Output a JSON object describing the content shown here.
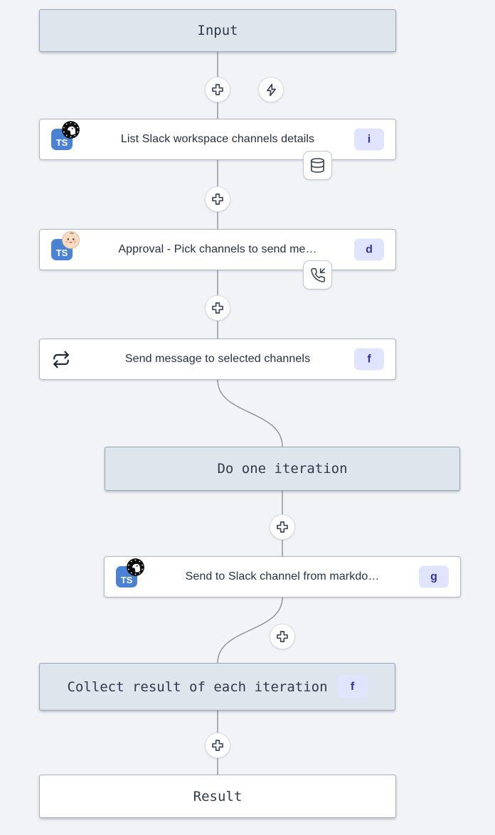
{
  "app": {
    "name": "flow-builder-graph"
  },
  "colors": {
    "background": "#f1f3f6",
    "virtual_node_bg": "#dfe5ec",
    "virtual_node_border": "#9aa6b6",
    "step_node_bg": "#ffffff",
    "step_node_border": "#b3bac6",
    "edge": "#8b9199",
    "key_badge_bg": "#e0e4fc",
    "key_badge_text": "#3730a3",
    "typescript_icon_bg": "#4a82d6",
    "icon_stroke": "#3b4552"
  },
  "icons": {
    "ts_label": "TS",
    "add_step": "plus-icon",
    "trigger": "zap-icon",
    "cache": "database-icon",
    "suspend": "phone-incoming-icon",
    "forloop": "repeat-icon",
    "hub_avatar_script": "deno-dino-avatar",
    "hub_avatar_approval": "baby-face-emoji-avatar"
  },
  "nodes": {
    "input": {
      "label": "Input"
    },
    "list_channels": {
      "label": "List Slack workspace channels details",
      "key": "i"
    },
    "approval": {
      "label": "Approval - Pick channels to send me…",
      "key": "d"
    },
    "send_loop": {
      "label": "Send message to selected channels",
      "key": "f"
    },
    "iteration": {
      "label": "Do one iteration"
    },
    "send_markdown": {
      "label": "Send to Slack channel from markdo…",
      "key": "g"
    },
    "collect": {
      "label": "Collect result of each iteration",
      "key": "f"
    },
    "result": {
      "label": "Result"
    }
  }
}
